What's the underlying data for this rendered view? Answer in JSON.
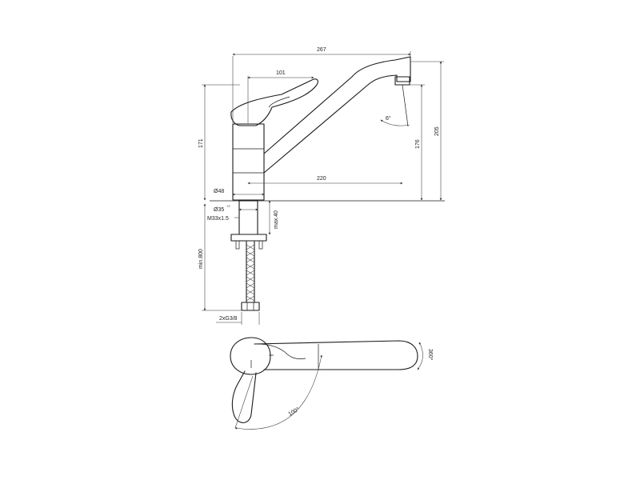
{
  "dimensions": {
    "overall_length": "267",
    "lever_length": "101",
    "body_height": "171",
    "spout_reach": "220",
    "spout_height": "176",
    "total_height": "205",
    "spout_angle": "6°",
    "body_diameter": "Ø48",
    "hole_diameter": "Ø35",
    "hole_tolerance": "+2",
    "thread": "M33x1.5",
    "max_deck": "max.40",
    "hose_length": "min.800",
    "connections": "2xG3/8",
    "swivel_angle": "360°",
    "lever_angle": "100°"
  },
  "colors": {
    "line": "#1a1a1a",
    "background": "#ffffff"
  }
}
